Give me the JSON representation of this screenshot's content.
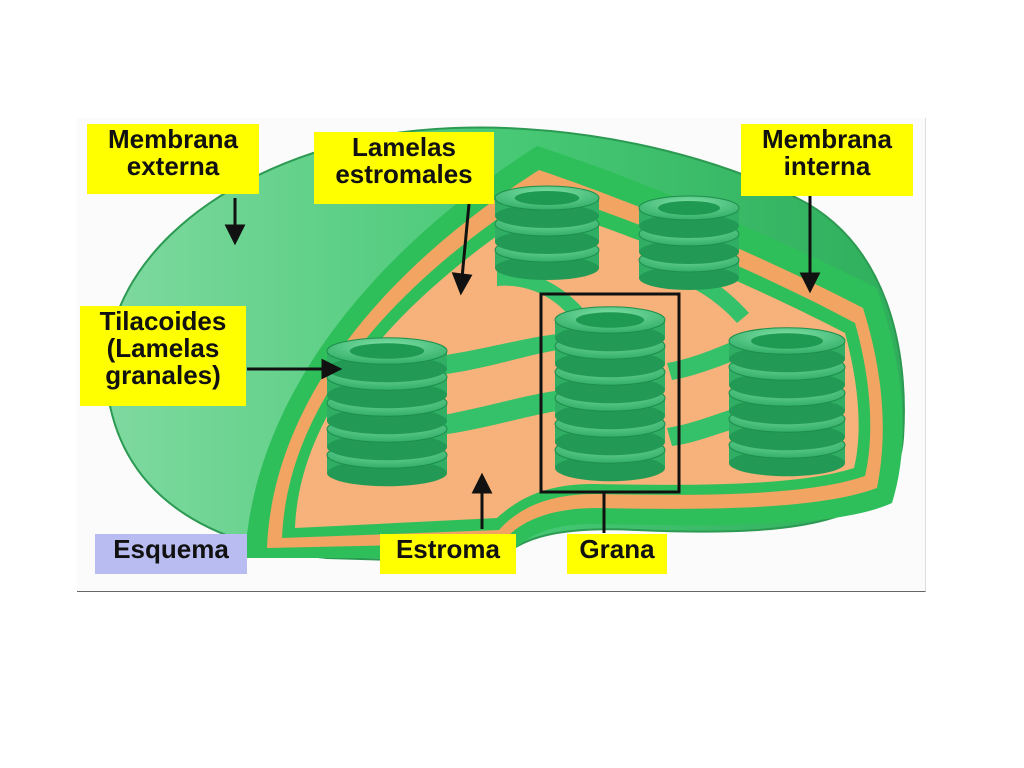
{
  "labels": {
    "outer_membrane": "Membrana\nexterna",
    "stromal_lamellae": "Lamelas\nestromales",
    "inner_membrane": "Membrana\ninterna",
    "thylakoids": "Tilacoides\n(Lamelas\ngranales)",
    "stroma": "Estroma",
    "grana": "Grana",
    "schema": "Esquema"
  },
  "colors": {
    "label_background": "#ffff00",
    "schema_background": "#b9bcf0",
    "membrane_green": "#2fbf5a",
    "stroma_orange": "#f6b27a",
    "thylakoid_green": "#3fc877"
  },
  "grana_stacks": [
    {
      "discs": 5
    },
    {
      "discs": 6
    },
    {
      "discs": 5
    },
    {
      "discs": 3
    },
    {
      "discs": 3
    }
  ]
}
